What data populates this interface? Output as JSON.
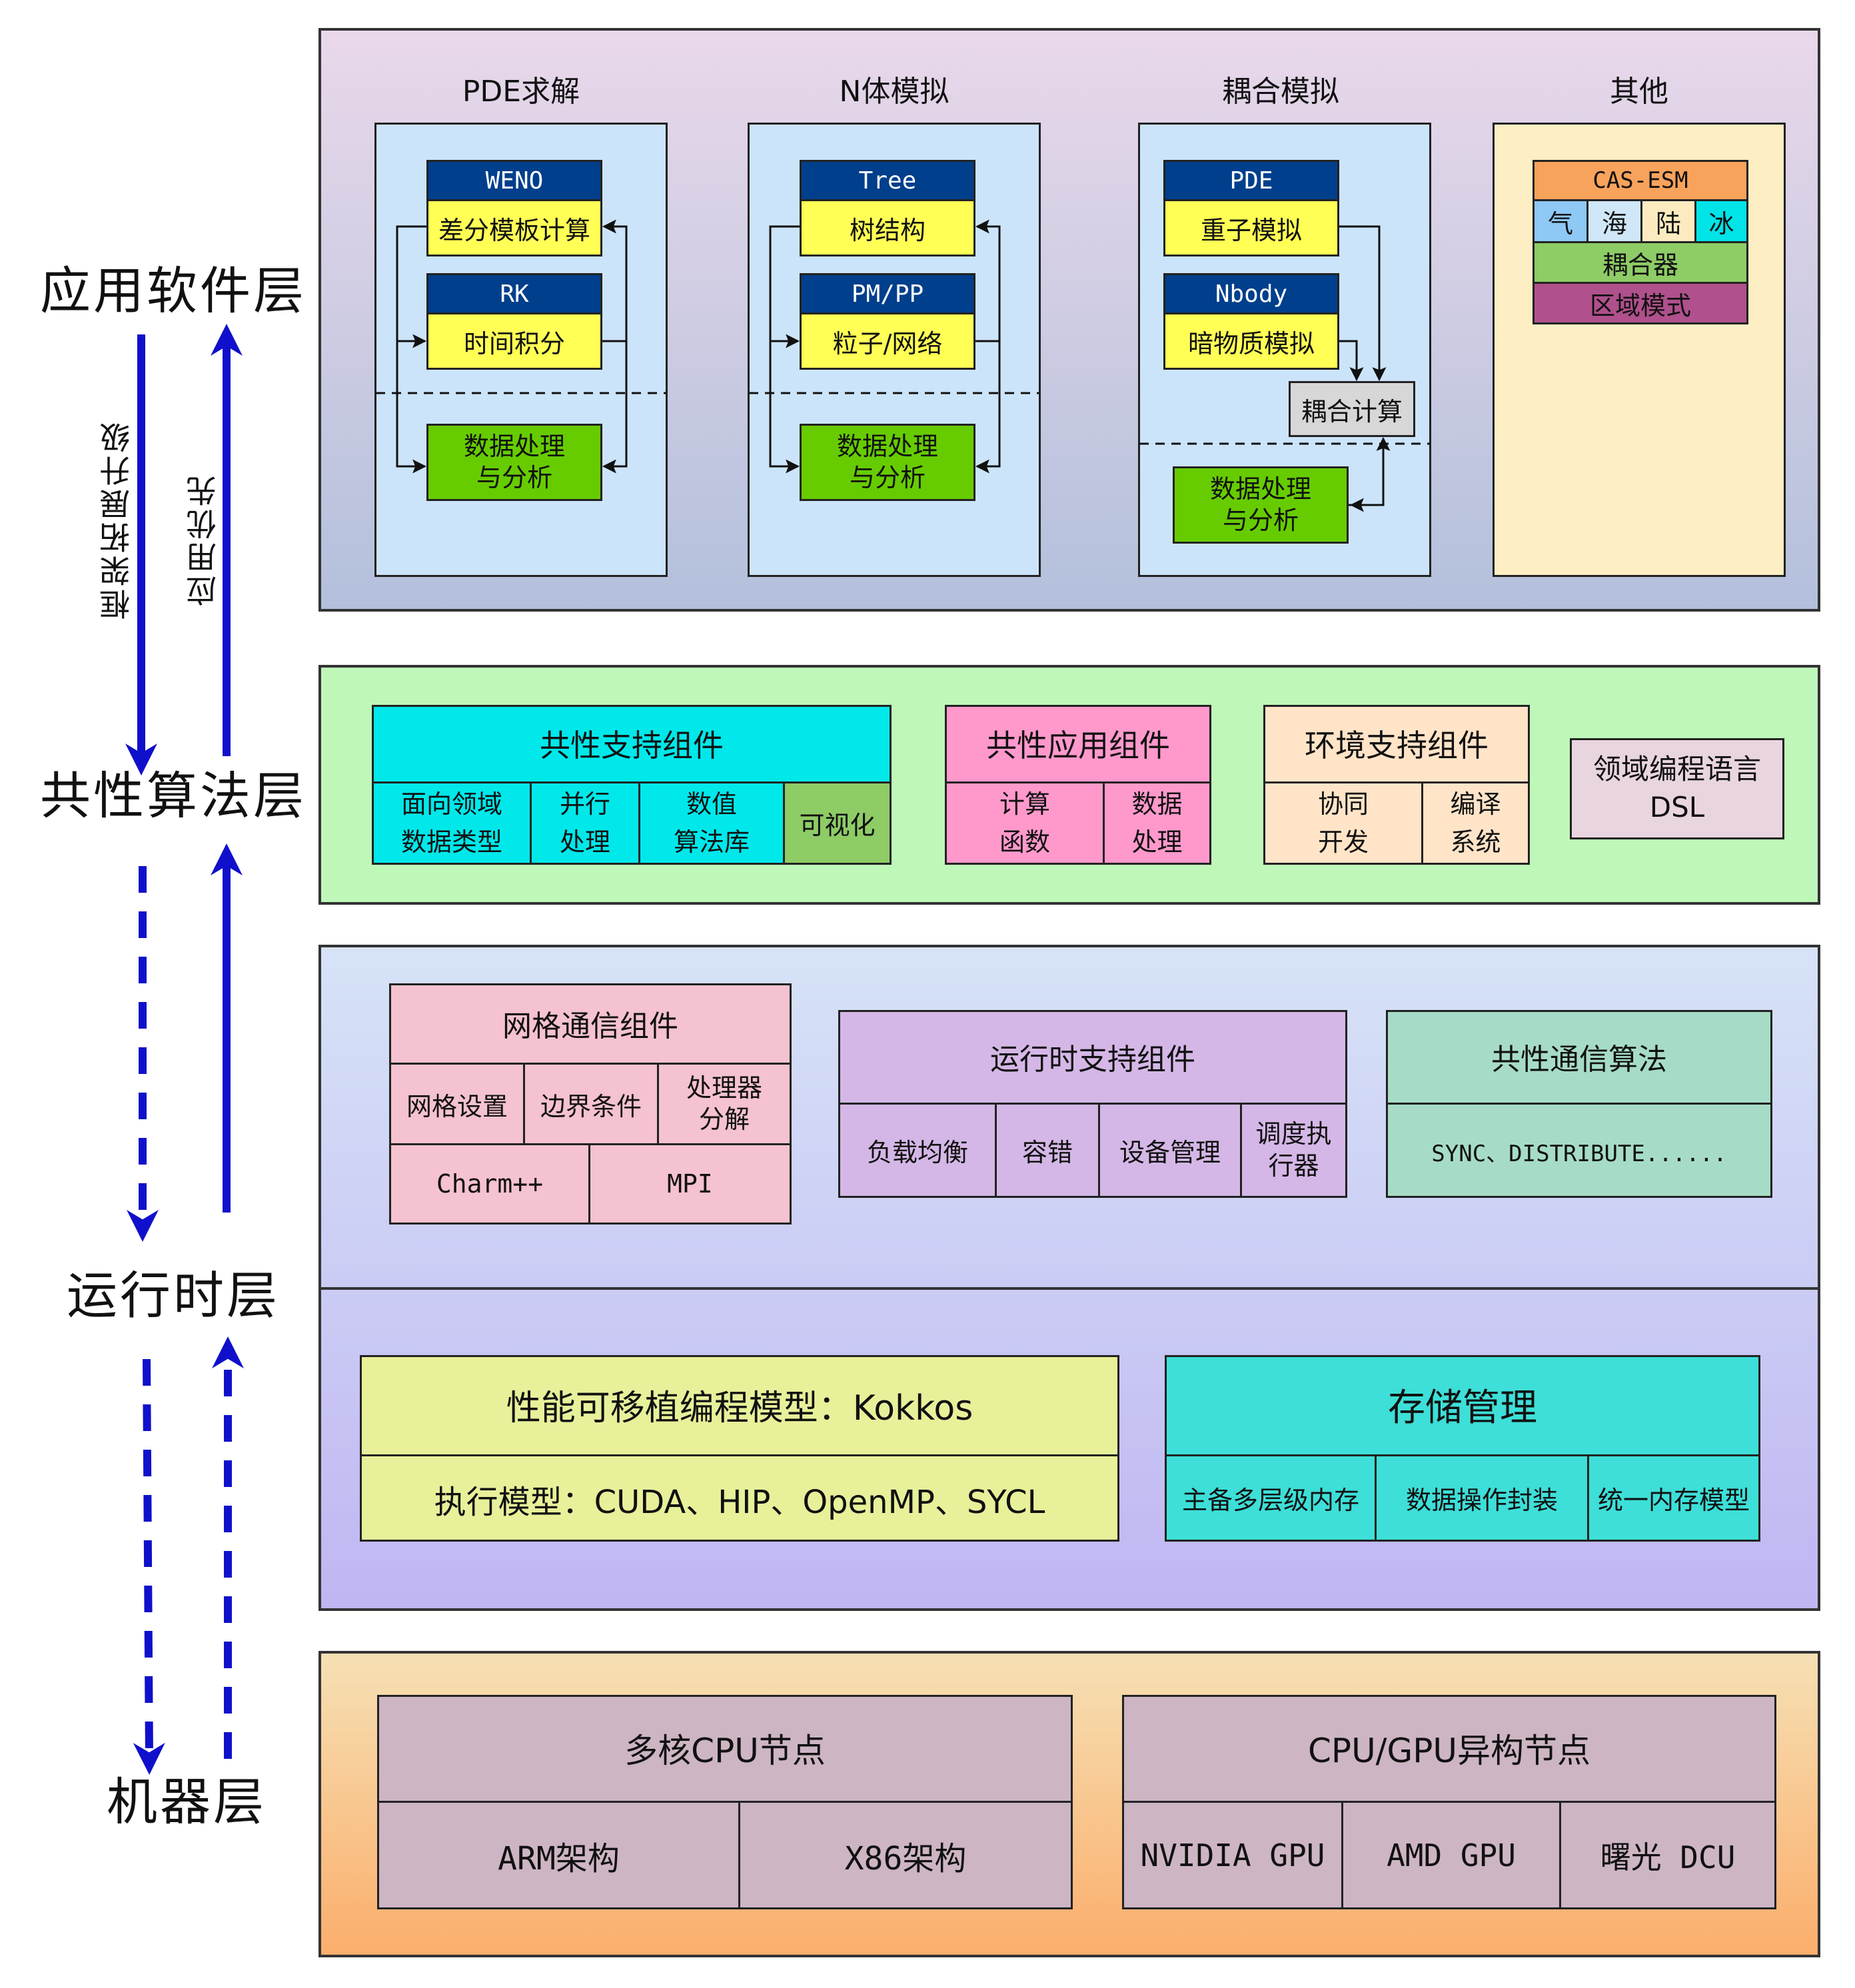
{
  "left": {
    "layers": [
      "应用软件层",
      "共性算法层",
      "运行时层",
      "机器层"
    ],
    "arrow_labels": {
      "down": "框架拓展升级",
      "up": "应用优先"
    }
  },
  "app_layer": {
    "pde": {
      "title": "PDE求解",
      "weno": "WENO",
      "weno_sub": "差分模板计算",
      "rk": "RK",
      "rk_sub": "时间积分",
      "data": "数据处理\n与分析"
    },
    "nbody": {
      "title": "N体模拟",
      "tree": "Tree",
      "tree_sub": "树结构",
      "pm": "PM/PP",
      "pm_sub": "粒子/网络",
      "data": "数据处理\n与分析"
    },
    "coupled": {
      "title": "耦合模拟",
      "pde": "PDE",
      "pde_sub": "重子模拟",
      "nb": "Nbody",
      "nb_sub": "暗物质模拟",
      "couple": "耦合计算",
      "data": "数据处理\n与分析"
    },
    "other": {
      "title": "其他",
      "cas": "CAS-ESM",
      "cells": [
        "气",
        "海",
        "陆",
        "冰"
      ],
      "coupler": "耦合器",
      "region": "区域模式"
    }
  },
  "algo_layer": {
    "common_support": {
      "title": "共性支持组件",
      "cells": [
        "面向领域\n数据类型",
        "并行\n处理",
        "数值\n算法库",
        "可视化"
      ]
    },
    "common_app": {
      "title": "共性应用组件",
      "cells": [
        "计算\n函数",
        "数据\n处理"
      ]
    },
    "env_support": {
      "title": "环境支持组件",
      "cells": [
        "协同\n开发",
        "编译\n系统"
      ]
    },
    "dsl": "领域编程语言\nDSL"
  },
  "runtime_layer": {
    "mesh_comm": {
      "title": "网格通信组件",
      "cells": [
        "网格设置",
        "边界条件",
        "处理器\n分解"
      ],
      "bottom": [
        "Charm++",
        "MPI"
      ]
    },
    "runtime_support": {
      "title": "运行时支持组件",
      "cells": [
        "负载均衡",
        "容错",
        "设备管理",
        "调度执\n行器"
      ]
    },
    "comm_algo": {
      "title": "共性通信算法",
      "content": "SYNC、DISTRIBUTE......"
    },
    "kokkos": {
      "title": "性能可移植编程模型：Kokkos",
      "exec": "执行模型：CUDA、HIP、OpenMP、SYCL"
    },
    "storage": {
      "title": "存储管理",
      "cells": [
        "主备多层级内存",
        "数据操作封装",
        "统一内存模型"
      ]
    }
  },
  "machine_layer": {
    "cpu": {
      "title": "多核CPU节点",
      "cells": [
        "ARM架构",
        "X86架构"
      ]
    },
    "hetero": {
      "title": "CPU/GPU异构节点",
      "cells": [
        "NVIDIA GPU",
        "AMD GPU",
        "曙光 DCU"
      ]
    }
  },
  "colors": {
    "navy": "#003f8c",
    "yellow": "#ffff55",
    "green": "#66cc00",
    "cyan": "#00e8ea",
    "pink": "#ff99cc",
    "peach": "#ffe4c8",
    "mesh_pink": "#f5c2cf",
    "lavender": "#d4b7e6",
    "teal_soft": "#a6dcc6",
    "kokkos": "#e8f09a",
    "storage": "#3ddfd8",
    "machine_box": "#cdb5c4",
    "arrow": "#1010cc"
  }
}
